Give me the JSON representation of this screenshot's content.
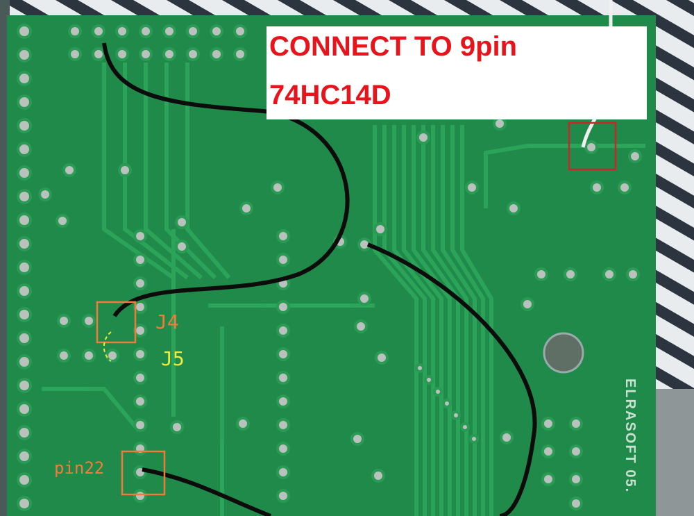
{
  "annotation": {
    "line1": "CONNECT TO 9pin",
    "line2": "74HC14D"
  },
  "handwritten": {
    "j4": "J4",
    "j5": "J5",
    "pin22": "pin22"
  },
  "silkscreen": "ELRASOFT 05.",
  "colors": {
    "board": "#1f8a4a",
    "trace": "#2aa05a",
    "pad": "#b9c2bc",
    "annotation_red": "#e8141c",
    "box_orange": "#f07c3c",
    "box_red": "#c8262a",
    "j5_yellow": "#f2ea3a"
  }
}
